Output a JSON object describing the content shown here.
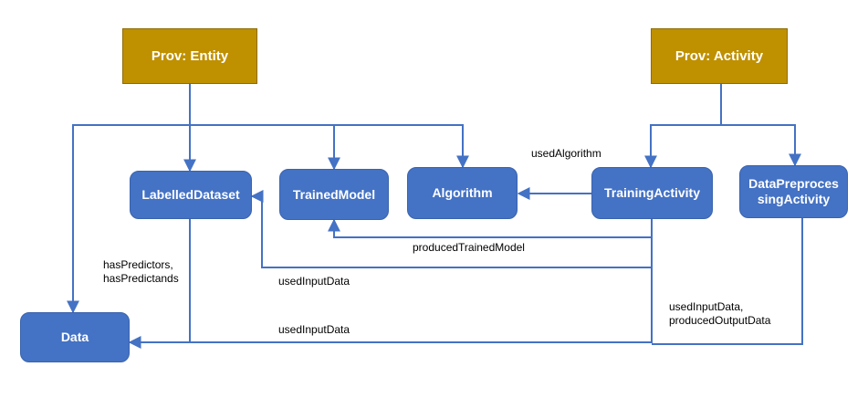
{
  "colors": {
    "node_fill": "#4472c4",
    "class_fill": "#bf9000",
    "edge": "#4472c4",
    "text_on_node": "#ffffff",
    "background": "#ffffff"
  },
  "nodes": {
    "prov_entity": "Prov: Entity",
    "prov_activity": "Prov: Activity",
    "labelled_dataset": "LabelledDataset",
    "trained_model": "TrainedModel",
    "algorithm": "Algorithm",
    "training_activity": "TrainingActivity",
    "data_preprocessing_activity": "DataPreproces\nsingActivity",
    "data": "Data"
  },
  "edge_labels": {
    "used_algorithm": "usedAlgorithm",
    "has_predictors": "hasPredictors,\nhasPredictands",
    "produced_trained_model": "producedTrainedModel",
    "used_input_data_upper": "usedInputData",
    "used_input_data_lower": "usedInputData",
    "used_input_produced_output": "usedInputData,\nproducedOutputData"
  }
}
